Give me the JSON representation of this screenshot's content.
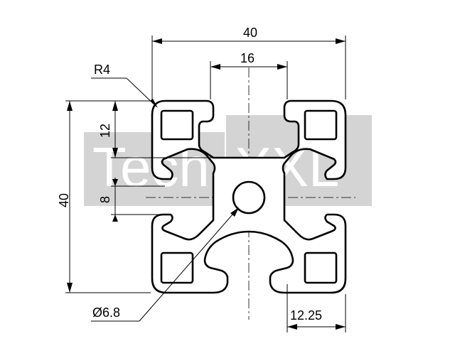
{
  "watermark": {
    "text_part1": "Tech",
    "text_part2": "XXL",
    "color_light": "#d4d4d4",
    "color_white": "#ffffff"
  },
  "dimensions": {
    "overall_width": "40",
    "slot_width": "16",
    "corner_radius": "R4",
    "slot_depth": "12",
    "overall_height": "40",
    "center_bore_offset": "8",
    "center_bore_diameter": "Ø6.8",
    "outer_chamber": "12.25"
  }
}
